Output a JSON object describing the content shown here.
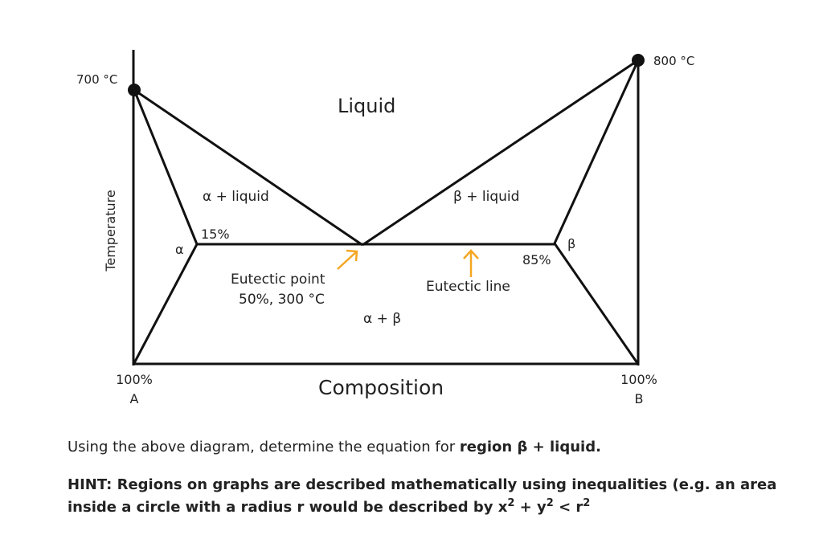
{
  "diagram": {
    "labels": {
      "temp_left": "700 °C",
      "temp_right": "800 °C",
      "y_axis": "Temperature",
      "x_axis": "Composition",
      "liquid": "Liquid",
      "alpha_liquid": "α + liquid",
      "beta_liquid": "β + liquid",
      "alpha": "α",
      "beta": "β",
      "alpha_beta": "α + β",
      "pct_15": "15%",
      "pct_85": "85%",
      "eutectic_point_line1": "Eutectic point",
      "eutectic_point_line2": "50%, 300 °C",
      "eutectic_line": "Eutectic line",
      "left_pct": "100%",
      "left_comp": "A",
      "right_pct": "100%",
      "right_comp": "B"
    },
    "colors": {
      "lines": "#111111",
      "arrows": "#f5a623"
    },
    "icons": [
      "up-right-arrow-icon",
      "up-arrow-icon"
    ]
  },
  "question": {
    "prefix": "Using the above diagram, determine the equation for ",
    "bold": "region β + liquid."
  },
  "hint": {
    "part1": "HINT: Regions on graphs are described mathematically using inequalities (e.g. an area inside a circle with a radius r would be described by x",
    "sup1": "2",
    "part2": " + y",
    "sup2": "2",
    "part3": " < r",
    "sup3": "2"
  }
}
